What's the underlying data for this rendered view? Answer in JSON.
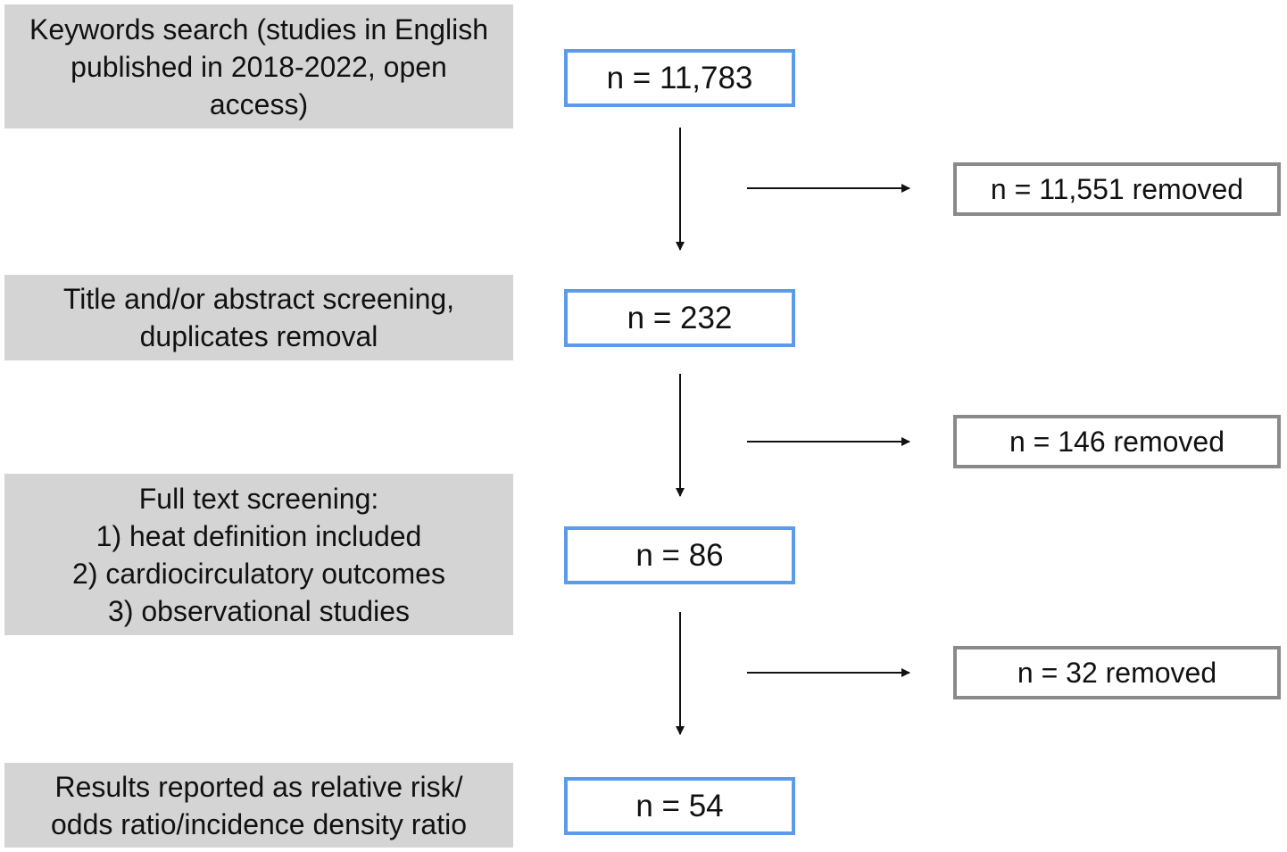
{
  "stages": [
    {
      "lines": [
        "Keywords search (studies in English",
        "published in 2018-2022, open",
        "access)"
      ]
    },
    {
      "lines": [
        "Title and/or abstract screening,",
        "duplicates removal"
      ]
    },
    {
      "lines": [
        "Full text screening:",
        "1) heat definition included",
        "2) cardiocirculatory outcomes",
        "3) observational studies"
      ]
    },
    {
      "lines": [
        "Results reported as relative risk/",
        "odds ratio/incidence density ratio"
      ]
    }
  ],
  "counts": [
    "n = 11,783",
    "n = 232",
    "n = 86",
    "n = 54"
  ],
  "removed": [
    "n = 11,551 removed",
    "n = 146 removed",
    "n = 32 removed"
  ],
  "colors": {
    "stage_fill": "#d4d4d4",
    "count_border": "#5b9be8",
    "removed_border": "#8a8a8a",
    "arrow": "#111111"
  }
}
